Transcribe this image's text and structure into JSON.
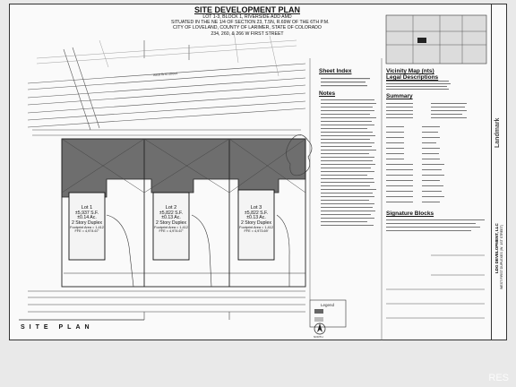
{
  "header": {
    "title": "SITE DEVELOPMENT PLAN",
    "line1": "LOT 1-3, BLOCK 1, RIVERSIDE ADD AMD",
    "line2": "SITUATED IN THE NE 1/4 OF SECTION 23, T.5N, R.69W OF THE 6TH P.M.",
    "line3": "CITY OF LOVELAND, COUNTY OF LARIMER, STATE OF COLORADO",
    "line4": "234, 260, & 266 W FIRST STREET"
  },
  "sections": {
    "sheet_index": "Sheet Index",
    "vicinity_map": "Vicinity Map (nts)",
    "legal_descriptions": "Legal Descriptions",
    "notes": "Notes",
    "summary": "Summary",
    "signature_blocks": "Signature Blocks"
  },
  "lots": [
    {
      "name": "Lot 1",
      "area_sf": "±5,937 S.F.",
      "area_ac": "±0.14 Ac.",
      "type": "2 Story Duplex",
      "footprint": "Footprint Area = 1,412",
      "ffe": "FFE = 4,974.67'"
    },
    {
      "name": "Lot 2",
      "area_sf": "±5,822 S.F.",
      "area_ac": "±0.13 Ac.",
      "type": "2 Story Duplex",
      "footprint": "Footprint Area = 1,412",
      "ffe": "FFE = 4,974.67'"
    },
    {
      "name": "Lot 3",
      "area_sf": "±5,822 S.F.",
      "area_ac": "±0.13 Ac.",
      "type": "2 Story Duplex",
      "footprint": "Footprint Area = 1,412",
      "ffe": "FFE = 4,973.69'"
    }
  ],
  "street_labels": {
    "first_street": "west first street",
    "legend": "Legend",
    "north": "NORTH"
  },
  "site_plan_label": "SITE PLAN",
  "title_block": {
    "company": "LDG DEVELOPMENT, LLC",
    "project": "WEST FIRST DUPLEXES (W. 1ST STREET)",
    "brand": "Landmark"
  },
  "watermark": "RES"
}
